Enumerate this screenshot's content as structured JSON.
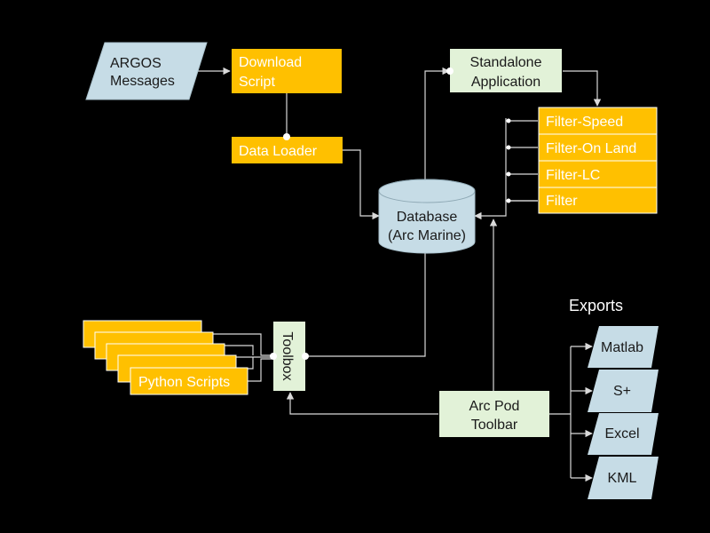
{
  "colors": {
    "background": "#000000",
    "orange_box": "#FFC000",
    "green_box": "#E2F2D8",
    "blue_shape": "#C6DCE6",
    "line": "#D9D9D9"
  },
  "nodes": {
    "argos": [
      "ARGOS",
      "Messages"
    ],
    "download_script": [
      "Download",
      "Script"
    ],
    "data_loader": "Data Loader",
    "standalone": [
      "Standalone",
      "Application"
    ],
    "database": [
      "Database",
      "(Arc Marine)"
    ],
    "filters": [
      "Filter-Speed",
      "Filter-On Land",
      "Filter-LC",
      "Filter"
    ],
    "python_scripts": "Python Scripts",
    "toolbox": "Toolbox",
    "arc_pod": [
      "Arc Pod",
      "Toolbar"
    ],
    "exports_title": "Exports",
    "exports": [
      "Matlab",
      "S+",
      "Excel",
      "KML"
    ]
  }
}
